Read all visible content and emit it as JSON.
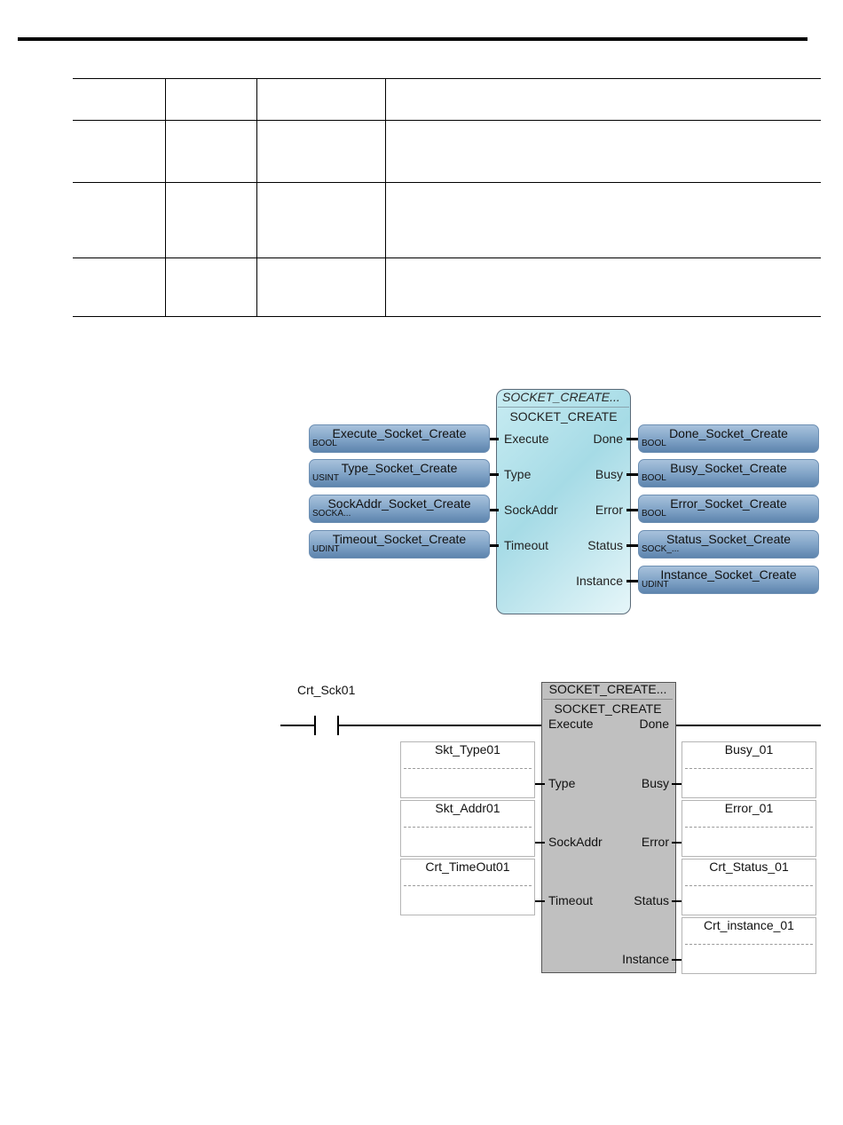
{
  "fbd": {
    "block_instance": "SOCKET_CREATE...",
    "block_type": "SOCKET_CREATE",
    "inputs": [
      {
        "pin": "Execute",
        "var": "Execute_Socket_Create",
        "type": "BOOL"
      },
      {
        "pin": "Type",
        "var": "Type_Socket_Create",
        "type": "USINT"
      },
      {
        "pin": "SockAddr",
        "var": "SockAddr_Socket_Create",
        "type": "SOCKA..."
      },
      {
        "pin": "Timeout",
        "var": "Timeout_Socket_Create",
        "type": "UDINT"
      }
    ],
    "outputs": [
      {
        "pin": "Done",
        "var": "Done_Socket_Create",
        "type": "BOOL"
      },
      {
        "pin": "Busy",
        "var": "Busy_Socket_Create",
        "type": "BOOL"
      },
      {
        "pin": "Error",
        "var": "Error_Socket_Create",
        "type": "BOOL"
      },
      {
        "pin": "Status",
        "var": "Status_Socket_Create",
        "type": "SOCK_..."
      },
      {
        "pin": "Instance",
        "var": "Instance_Socket_Create",
        "type": "UDINT"
      }
    ]
  },
  "ld": {
    "contact_label": "Crt_Sck01",
    "block_instance": "SOCKET_CREATE...",
    "block_type": "SOCKET_CREATE",
    "pin_execute": "Execute",
    "pin_done": "Done",
    "inputs": [
      {
        "pin": "Type",
        "var": "Skt_Type01"
      },
      {
        "pin": "SockAddr",
        "var": "Skt_Addr01"
      },
      {
        "pin": "Timeout",
        "var": "Crt_TimeOut01"
      }
    ],
    "outputs": [
      {
        "pin": "Busy",
        "var": "Busy_01"
      },
      {
        "pin": "Error",
        "var": "Error_01"
      },
      {
        "pin": "Status",
        "var": "Crt_Status_01"
      },
      {
        "pin": "Instance",
        "var": "Crt_instance_01"
      }
    ]
  }
}
